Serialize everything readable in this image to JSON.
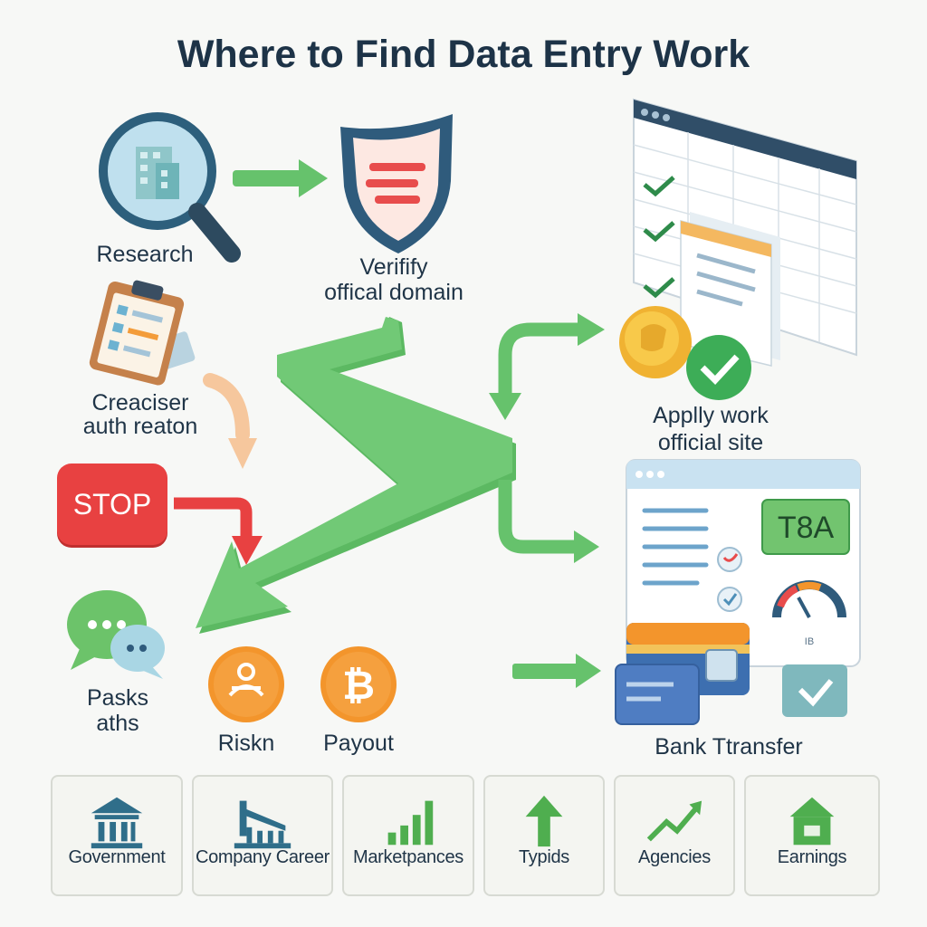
{
  "title": "Where to Find Data Entry Work",
  "nodes": {
    "research": "Research",
    "verify_line1": "Verifify",
    "verify_line2": "offical domain",
    "creaciser_line1": "Creaciser",
    "creaciser_line2": "auth reaton",
    "stop": "STOP",
    "apply_line1": "Applly work",
    "apply_line2": "official site",
    "pasks_line1": "Pasks",
    "pasks_line2": "aths",
    "riskn": "Riskn",
    "payout": "Payout",
    "bank_transfer": "Bank Ttransfer",
    "dashboard_badge": "T8A",
    "gauge_caption": "IB"
  },
  "categories": [
    {
      "label": "Government",
      "icon": "bank-building-icon"
    },
    {
      "label": "Company Career",
      "icon": "factory-icon"
    },
    {
      "label": "Marketpances",
      "icon": "bar-chart-icon"
    },
    {
      "label": "Typids",
      "icon": "up-arrow-icon"
    },
    {
      "label": "Agencies",
      "icon": "trend-line-icon"
    },
    {
      "label": "Earnings",
      "icon": "house-icon"
    }
  ],
  "colors": {
    "green_arrow": "#66c26c",
    "orange_arrow": "#f6c79d",
    "red": "#e84141",
    "navy": "#1d3347",
    "orange_coin": "#f3952c"
  }
}
